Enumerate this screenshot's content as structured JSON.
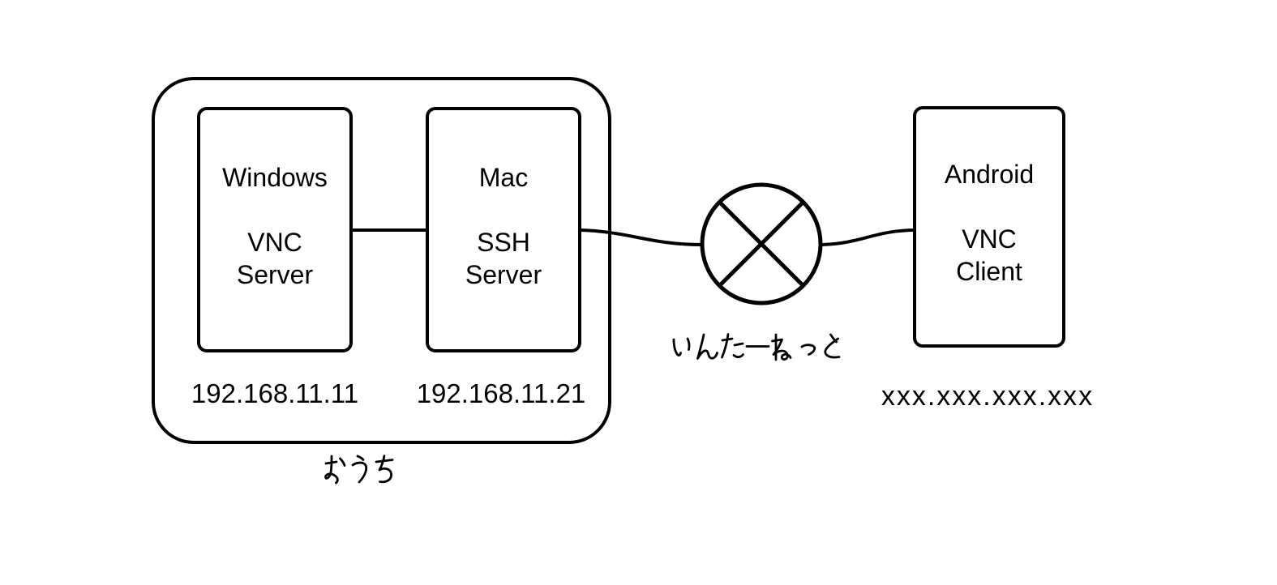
{
  "diagram": {
    "type": "network-topology",
    "background_color": "#ffffff",
    "line_color": "#000000",
    "text_color": "#000000"
  },
  "groups": {
    "home": {
      "label": "おうち"
    }
  },
  "nodes": {
    "windows": {
      "os": "Windows",
      "role1": "VNC",
      "role2": "Server",
      "ip": "192.168.11.11"
    },
    "mac": {
      "os": "Mac",
      "role1": "SSH",
      "role2": "Server",
      "ip": "192.168.11.21"
    },
    "android": {
      "os": "Android",
      "role1": "VNC",
      "role2": "Client",
      "ip": "xxx.xxx.xxx.xxx"
    }
  },
  "internet": {
    "label": "いんたーねっと",
    "symbol": "circle-with-x"
  },
  "connections": [
    {
      "from": "windows",
      "to": "mac"
    },
    {
      "from": "mac",
      "to": "internet"
    },
    {
      "from": "internet",
      "to": "android"
    }
  ]
}
